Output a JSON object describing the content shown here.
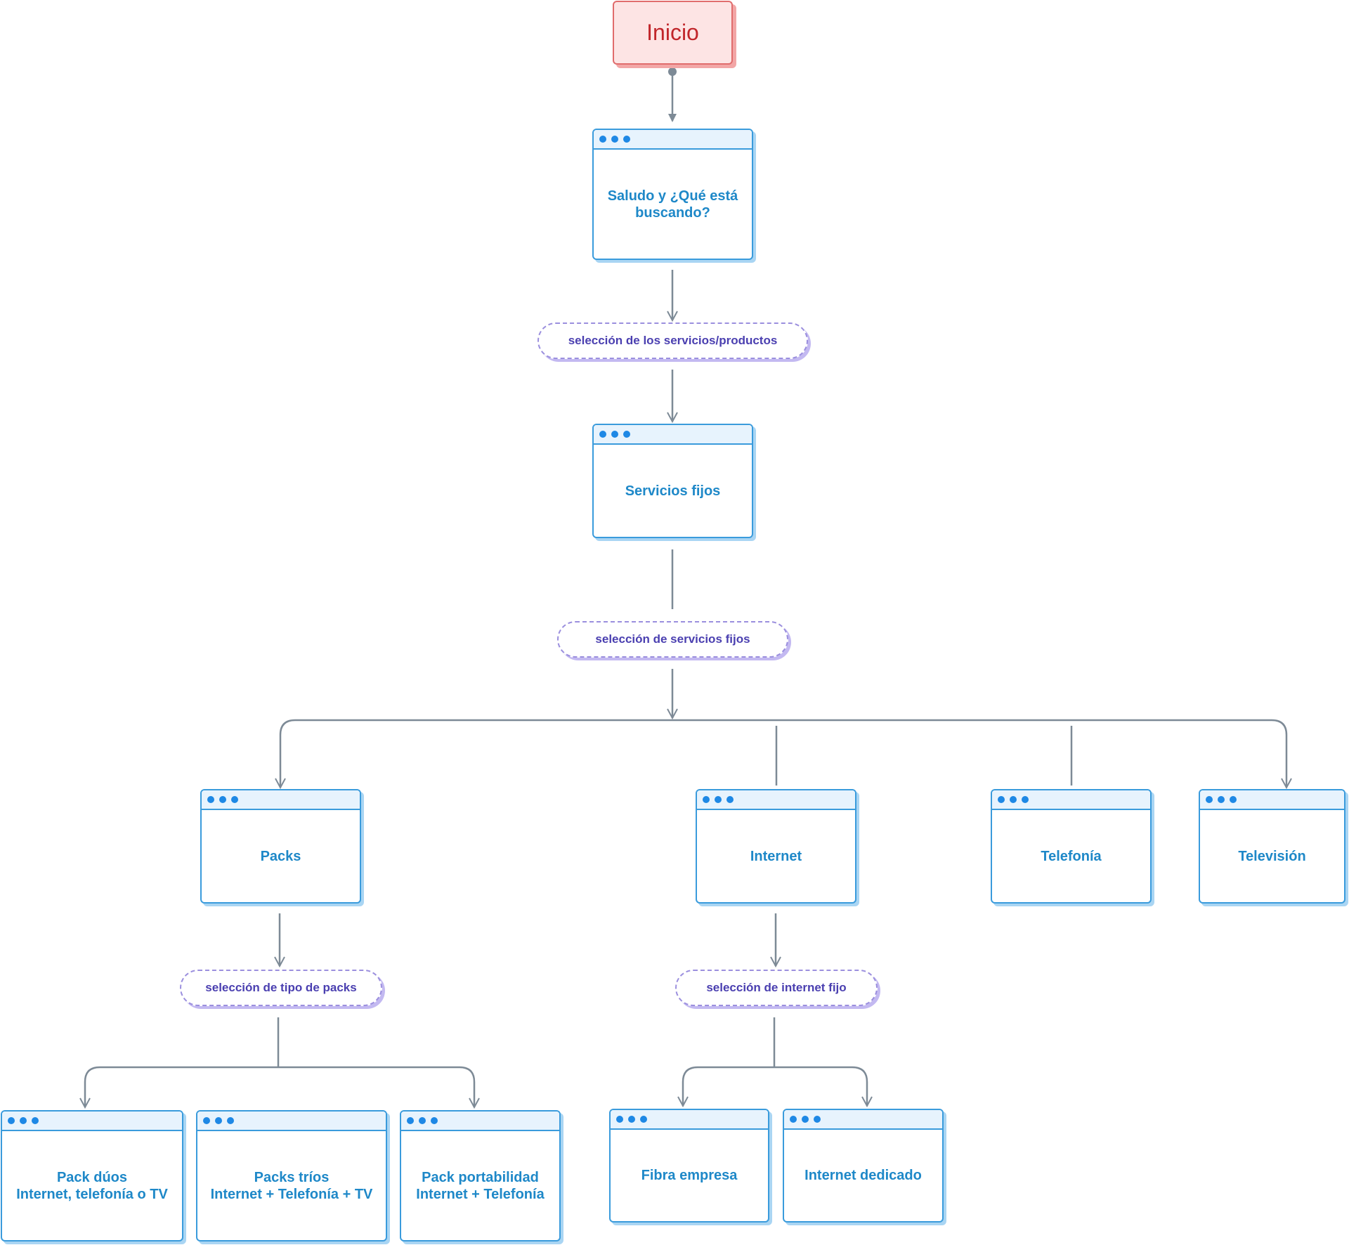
{
  "start": {
    "label": "Inicio"
  },
  "screens": {
    "saludo": {
      "lines": [
        "Saludo y ¿Qué está",
        "buscando?"
      ]
    },
    "servicios_fijos": {
      "lines": [
        "Servicios fijos"
      ]
    },
    "packs": {
      "lines": [
        "Packs"
      ]
    },
    "internet": {
      "lines": [
        "Internet"
      ]
    },
    "telefonia": {
      "lines": [
        "Telefonía"
      ]
    },
    "television": {
      "lines": [
        "Televisión"
      ]
    },
    "pack_duos": {
      "lines": [
        "Pack dúos",
        "Internet, telefonía o TV"
      ]
    },
    "packs_trios": {
      "lines": [
        "Packs tríos",
        "Internet + Telefonía + TV"
      ]
    },
    "pack_portabilidad": {
      "lines": [
        "Pack portabilidad",
        "Internet + Telefonía"
      ]
    },
    "fibra_empresa": {
      "lines": [
        "Fibra empresa"
      ]
    },
    "internet_dedicado": {
      "lines": [
        "Internet dedicado"
      ]
    }
  },
  "decisions": {
    "servicios_productos": "selección de los servicios/productos",
    "servicios_fijos": "selección de servicios fijos",
    "tipo_packs": "selección de tipo de packs",
    "internet_fijo": "selección de internet fijo"
  },
  "colors": {
    "connector": "#7d8a96",
    "window_border": "#3a9bdc",
    "window_text": "#1e88c8",
    "decision_border": "#9b8fde",
    "decision_text": "#4a3fb0",
    "start_fill": "#fde4e4",
    "start_text": "#c1262b"
  }
}
